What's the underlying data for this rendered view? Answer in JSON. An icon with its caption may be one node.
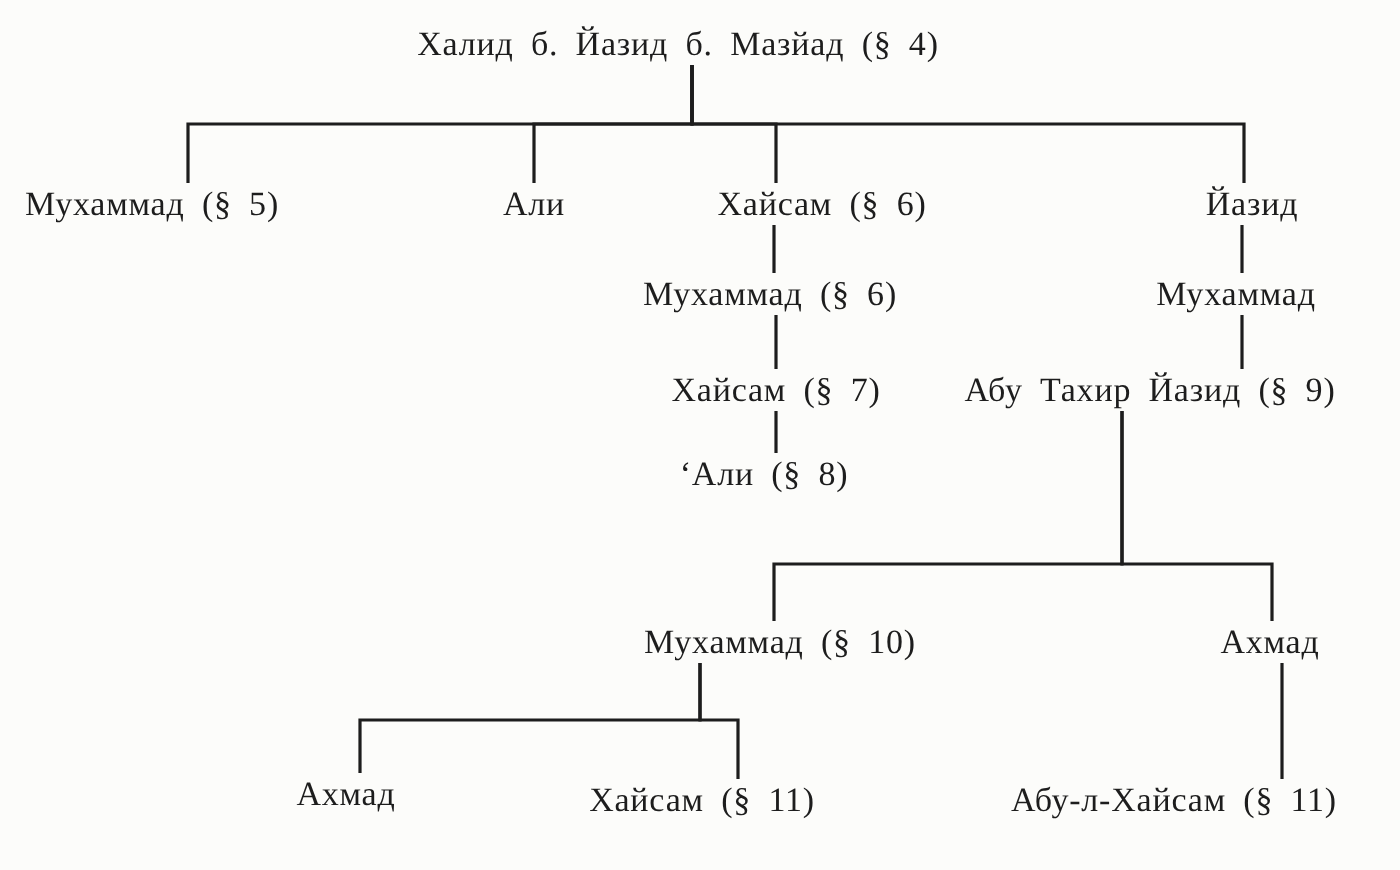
{
  "diagram": {
    "nodes": [
      {
        "text": [
          "Халид б. Йазид б. Мазйад (§ 4)"
        ]
      },
      {
        "text": [
          "Мухаммад (§ 5)"
        ]
      },
      {
        "text": [
          "Али"
        ]
      },
      {
        "text": [
          "Хайсам (§ 6)"
        ]
      },
      {
        "text": [
          "Йазид"
        ]
      },
      {
        "text": [
          "Мухаммад (§ 6)"
        ]
      },
      {
        "text": [
          "Мухаммад"
        ]
      },
      {
        "text": [
          "Хайсам (§ 7)"
        ]
      },
      {
        "text": [
          "ʻАли (§ 8)"
        ]
      },
      {
        "text": [
          "Абу Тахир Йазид (§ 9)"
        ]
      },
      {
        "text": [
          "Мухаммад (§ 10)"
        ]
      },
      {
        "text": [
          "Ахмад"
        ]
      },
      {
        "text": [
          "Ахмад"
        ]
      },
      {
        "text": [
          "Хайсам (§ 11)"
        ]
      },
      {
        "text": [
          "Абу-л-Хайсам (§ 11)"
        ]
      }
    ],
    "edges": [
      {
        "from": 0,
        "to": 1,
        "arrow": "none"
      },
      {
        "from": 0,
        "to": 2,
        "arrow": "none"
      },
      {
        "from": 0,
        "to": 3,
        "arrow": "none"
      },
      {
        "from": 0,
        "to": 4,
        "arrow": "none"
      },
      {
        "from": 3,
        "to": 5,
        "arrow": "none"
      },
      {
        "from": 5,
        "to": 7,
        "arrow": "none"
      },
      {
        "from": 7,
        "to": 8,
        "arrow": "none"
      },
      {
        "from": 4,
        "to": 6,
        "arrow": "none"
      },
      {
        "from": 6,
        "to": 9,
        "arrow": "none"
      },
      {
        "from": 9,
        "to": 10,
        "arrow": "none"
      },
      {
        "from": 9,
        "to": 11,
        "arrow": "none"
      },
      {
        "from": 10,
        "to": 12,
        "arrow": "none"
      },
      {
        "from": 10,
        "to": 13,
        "arrow": "none"
      },
      {
        "from": 11,
        "to": 14,
        "arrow": "none"
      }
    ]
  }
}
